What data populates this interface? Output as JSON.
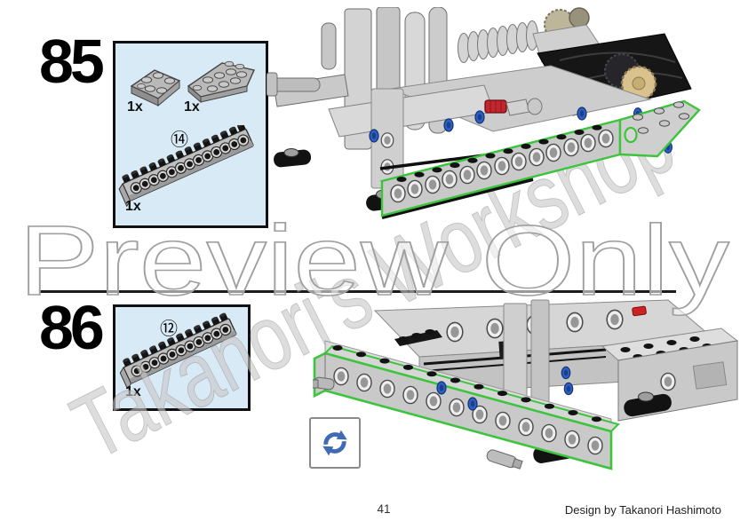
{
  "document": {
    "page_number": "41",
    "credit": "Design by Takanori Hashimoto"
  },
  "watermarks": {
    "preview": "Preview Only",
    "diagonal": "Takanori's Workshop"
  },
  "steps": [
    {
      "number": "85",
      "parts": [
        {
          "icon": "wedge-plate-small",
          "qty": "1x"
        },
        {
          "icon": "wedge-plate-large",
          "qty": "1x"
        },
        {
          "icon": "technic-brick-1x14",
          "callout": "⑭",
          "qty": "1x"
        }
      ]
    },
    {
      "number": "86",
      "parts": [
        {
          "icon": "technic-brick-1x12",
          "callout": "⑫",
          "qty": "1x"
        }
      ]
    }
  ],
  "icons": {
    "rotate": "circular-arrows-rotate-model"
  },
  "colors": {
    "callout_box_bg": "#d9eaf7",
    "highlight_green": "#3cc43c",
    "pin_blue": "#2b5fc7",
    "rotate_icon_blue": "#3f6ab5",
    "red_part": "#c1272d",
    "tan_gear": "#d9c28e"
  }
}
